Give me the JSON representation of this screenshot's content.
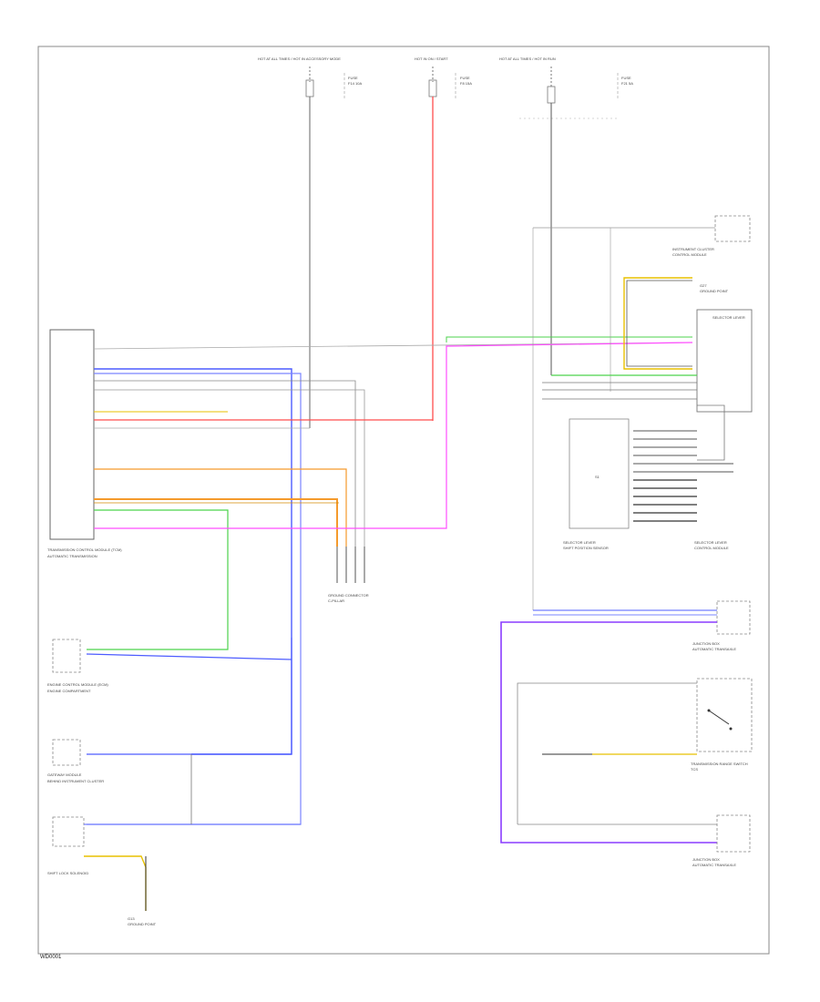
{
  "diagram": {
    "page_id": "WD0001",
    "power_sources": [
      {
        "id": "src1",
        "label": "HOT AT ALL TIMES / HOT IN ACCESSORY MODE"
      },
      {
        "id": "src2",
        "label": "HOT IN ON / START"
      },
      {
        "id": "src3",
        "label": "HOT AT ALL TIMES / HOT IN RUN"
      }
    ],
    "fuses": [
      {
        "id": "f1",
        "label": "FUSE",
        "sub": "F14 10A"
      },
      {
        "id": "f2",
        "label": "FUSE",
        "sub": "F8 15A"
      },
      {
        "id": "f3",
        "label": "FUSE",
        "sub": "F21 5A"
      }
    ],
    "components": {
      "tcm": {
        "label": "TRANSMISSION CONTROL MODULE (TCM)",
        "sub": "AUTOMATIC TRANSMISSION"
      },
      "ecm": {
        "label": "ENGINE CONTROL MODULE (ECM)",
        "sub": "ENGINE COMPARTMENT"
      },
      "gateway": {
        "label": "GATEWAY MODULE",
        "sub": "BEHIND INSTRUMENT CLUSTER"
      },
      "shift_lock": {
        "label": "SHIFT LOCK SOLENOID",
        "sub": ""
      },
      "ground_connector": {
        "label": "GROUND CONNECTOR",
        "sub": "C-PILLAR"
      },
      "instrument_cluster": {
        "label": "INSTRUMENT CLUSTER",
        "sub": "CONTROL MODULE"
      },
      "selector_lever": {
        "label": "SELECTOR LEVER",
        "sub": "SHIFT POSITION SENSOR"
      },
      "selector_control": {
        "label": "SELECTOR LEVER",
        "sub": "CONTROL MODULE"
      },
      "junction_box": {
        "label": "JUNCTION BOX",
        "sub": "AUTOMATIC TRANSAXLE"
      },
      "transmission_range": {
        "label": "TRANSMISSION RANGE SWITCH",
        "sub": "TCS"
      },
      "junction_box2": {
        "label": "JUNCTION BOX",
        "sub": "AUTOMATIC TRANSAXLE"
      },
      "ground1": {
        "label": "G13",
        "sub": "GROUND POINT"
      },
      "ground2": {
        "label": "G27",
        "sub": "GROUND POINT"
      }
    },
    "colors": {
      "red": "#ff4d4d",
      "blue": "#4d5cff",
      "violet": "#8a3cff",
      "green": "#4cd34c",
      "orange": "#f59a2c",
      "magenta": "#ff4dff",
      "yellow": "#e8c000",
      "gray": "#909090",
      "dark": "#2a2a2a",
      "black": "#000000"
    }
  }
}
